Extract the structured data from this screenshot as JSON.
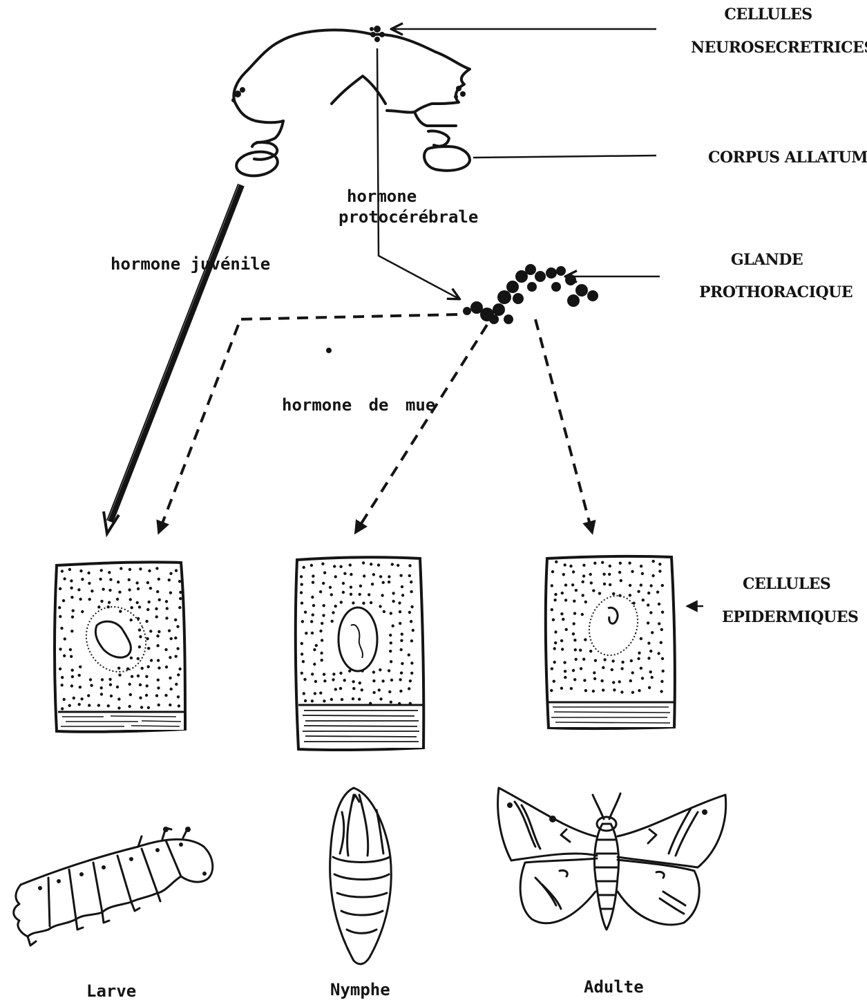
{
  "labels": {
    "neuro_line1": "CELLULES",
    "neuro_line2": "NEUROSECRETRICES",
    "corpus_allatum": "CORPUS ALLATUM",
    "glande_line1": "GLANDE",
    "glande_line2": "PROTHORACIQUE",
    "epid_line1": "CELLULES",
    "epid_line2": "EPIDERMIQUES",
    "hormone_proto_line1": "hormone",
    "hormone_proto_line2": "protocérébrale",
    "hormone_juvenile": "hormone juvénile",
    "hormone_mue": "hormone de mue",
    "stage_larve": "Larve",
    "stage_nymphe": "Nymphe",
    "stage_adulte": "Adulte"
  },
  "colors": {
    "ink": "#141414",
    "paper": "#ffffff"
  }
}
